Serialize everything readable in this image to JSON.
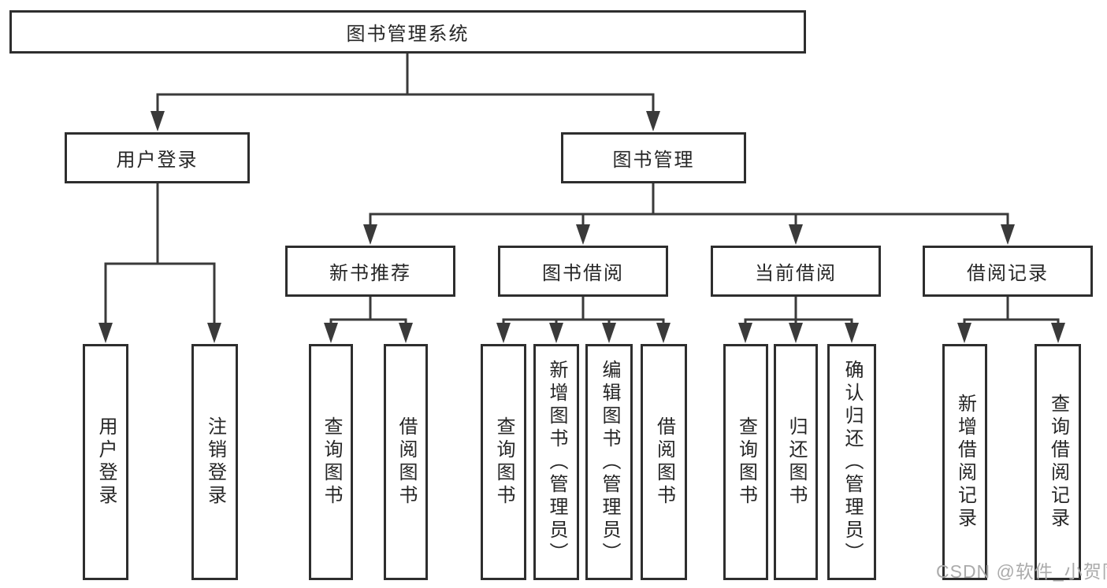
{
  "diagram": {
    "root": {
      "label": "图书管理系统"
    },
    "level2": {
      "user_login": {
        "label": "用户登录",
        "children": [
          {
            "label": "用户登录"
          },
          {
            "label": "注销登录"
          }
        ]
      },
      "book_mgmt": {
        "label": "图书管理",
        "children": {
          "new_book_rec": {
            "label": "新书推荐",
            "children": [
              {
                "label": "查询图书"
              },
              {
                "label": "借阅图书"
              }
            ]
          },
          "book_borrow": {
            "label": "图书借阅",
            "children": [
              {
                "label": "查询图书"
              },
              {
                "label": "新增图书（管理员）"
              },
              {
                "label": "编辑图书（管理员）"
              },
              {
                "label": "借阅图书"
              }
            ]
          },
          "current_borrow": {
            "label": "当前借阅",
            "children": [
              {
                "label": "查询图书"
              },
              {
                "label": "归还图书"
              },
              {
                "label": "确认归还（管理员）"
              }
            ]
          },
          "borrow_records": {
            "label": "借阅记录",
            "children": [
              {
                "label": "新增借阅记录"
              },
              {
                "label": "查询借阅记录"
              }
            ]
          }
        }
      }
    }
  },
  "watermark": {
    "text": "CSDN @软件_小贺同学",
    "color": "#ababab"
  },
  "colors": {
    "line": "#3a3a3a",
    "box_border": "#2e2e2e",
    "text": "#262626",
    "background": "#ffffff"
  }
}
